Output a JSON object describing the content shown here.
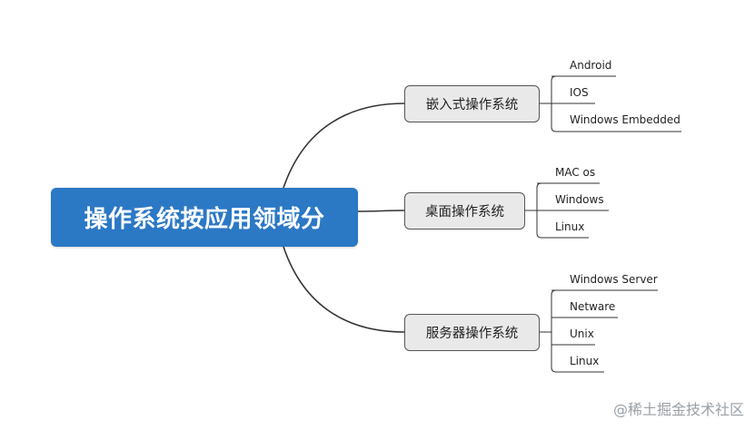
{
  "root": {
    "label": "操作系统按应用领域分"
  },
  "branches": [
    {
      "label": "嵌入式操作系统",
      "leaves": [
        "Android",
        "IOS",
        "Windows Embedded"
      ]
    },
    {
      "label": "桌面操作系统",
      "leaves": [
        "MAC os",
        "Windows",
        "Linux"
      ]
    },
    {
      "label": "服务器操作系统",
      "leaves": [
        "Windows Server",
        "Netware",
        "Unix",
        "Linux"
      ]
    }
  ],
  "watermark": "@稀土掘金技术社区",
  "colors": {
    "root_fill": "#2b78c5",
    "branch_fill": "#e9e9e9",
    "line": "#333333"
  }
}
